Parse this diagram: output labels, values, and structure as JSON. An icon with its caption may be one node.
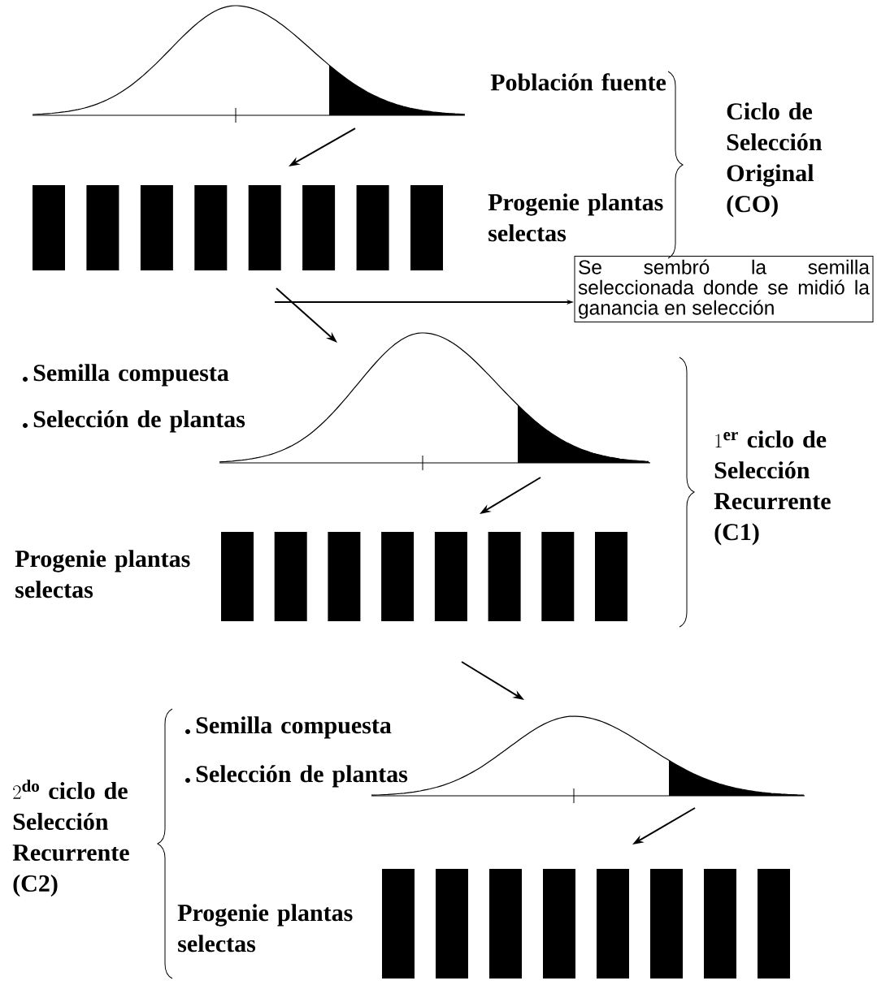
{
  "diagram": {
    "nodes": [
      {
        "text": [],
        "shape": "curve"
      },
      {
        "text": [],
        "shape": "bar"
      },
      {
        "text": [
          "Se sembró la semilla seleccionada donde se midió la ganancia en selección"
        ]
      },
      {
        "text": [],
        "shape": "curve"
      },
      {
        "text": [],
        "shape": "bar"
      },
      {
        "text": [],
        "shape": "curve"
      },
      {
        "text": [],
        "shape": "bar"
      }
    ],
    "edges": [
      {
        "from": 0,
        "to": 1,
        "arrow": "to"
      },
      {
        "from": 1,
        "to": 3,
        "arrow": "to"
      },
      {
        "from": null,
        "to": 2,
        "arrow": "to"
      },
      {
        "from": 3,
        "to": 4,
        "arrow": "to"
      },
      {
        "from": 4,
        "to": 5,
        "arrow": "to"
      },
      {
        "from": 5,
        "to": 6,
        "arrow": "to"
      }
    ],
    "labels": [
      "Población fuente",
      "Progenie plantas selectas",
      "Ciclo de Selección Original (CO)",
      "Semilla compuesta",
      "Selección de plantas",
      "1^{\\mathbf{er}}",
      "ciclo de Selección Recurrente (C1)",
      "Progenie plantas selectas",
      "Semilla compuesta",
      "Selección de plantas",
      "2^{\\mathbf{do}}",
      "ciclo de Selección Recurrente (C2)",
      "Progenie plantas selectas"
    ]
  }
}
